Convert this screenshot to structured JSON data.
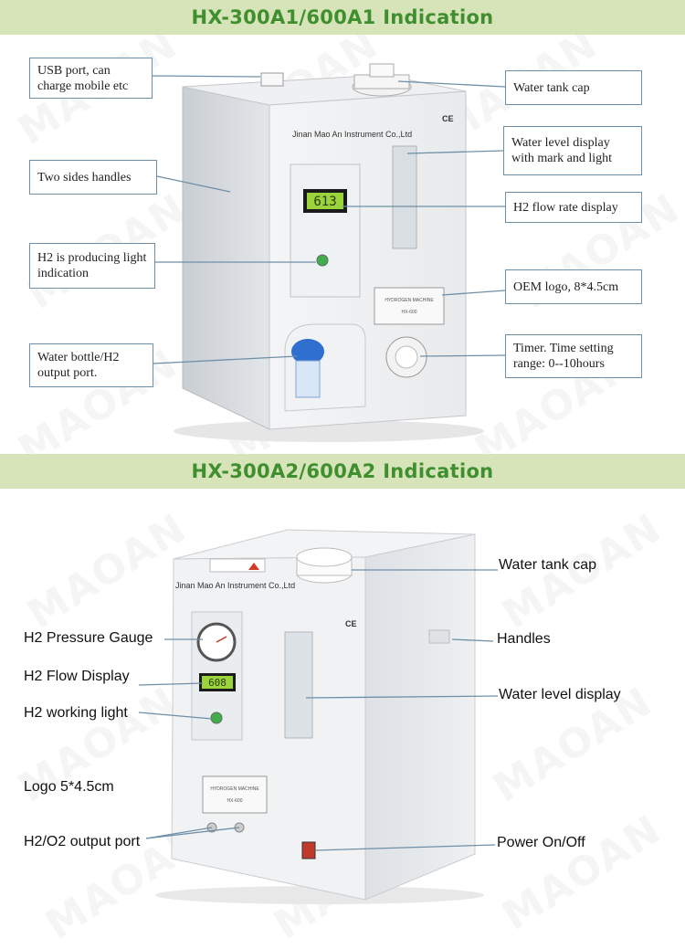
{
  "section1": {
    "title": "HX-300A1/600A1 Indication",
    "device": {
      "maker": "Jinan Mao An Instrument Co.,Ltd",
      "ce": "CE",
      "display_value": "613",
      "oem_line1": "HYDROGEN MACHINE",
      "oem_line2": "HX-600"
    },
    "labels": {
      "usb": "USB port, can charge mobile etc",
      "handles": "Two sides handles",
      "light": "H2 is producing light indication",
      "bottle": "Water bottle/H2 output port.",
      "cap": "Water tank cap",
      "level": "Water level display with mark and light",
      "flow": "H2 flow rate display",
      "oem": "OEM logo, 8*4.5cm",
      "timer": "Timer. Time setting range: 0--10hours"
    }
  },
  "section2": {
    "title": "HX-300A2/600A2 Indication",
    "device": {
      "maker": "Jinan Mao An Instrument Co.,Ltd",
      "ce": "CE",
      "display_value": "608",
      "logo_line1": "HYDROGEN MACHINE",
      "logo_line2": "HX-600"
    },
    "labels": {
      "gauge": "H2 Pressure Gauge",
      "flow": "H2 Flow Display",
      "light": "H2 working light",
      "logo": "Logo 5*4.5cm",
      "port": "H2/O2 output port",
      "cap": "Water tank cap",
      "handles": "Handles",
      "level": "Water level display",
      "power": "Power On/Off"
    }
  },
  "watermark": "MAOAN",
  "colors": {
    "banner_bg": "#d7e3b8",
    "banner_text": "#3f8f2f",
    "box_border": "#6f8fa7",
    "leader": "#6f8fa7"
  }
}
